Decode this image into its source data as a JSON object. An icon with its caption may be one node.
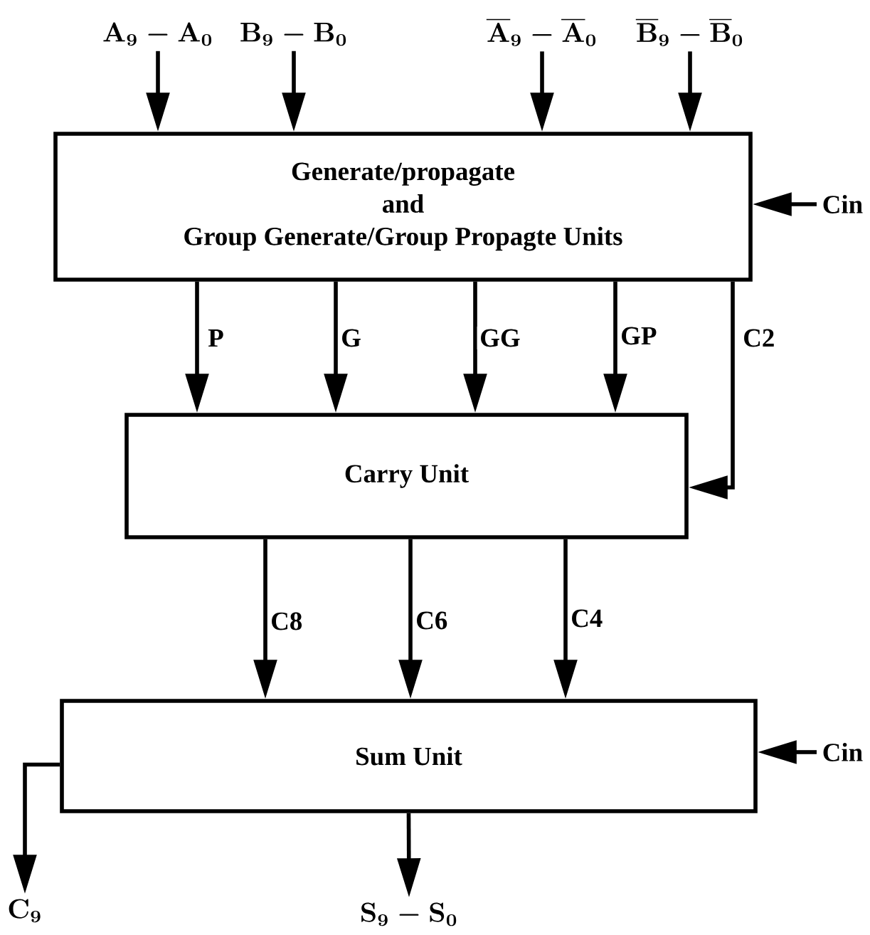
{
  "diagram": {
    "nodes": [
      {
        "text": [
          "\\mathbf{A}_9 - \\mathbf{A}_0"
        ]
      },
      {
        "text": [
          "\\mathbf{B}_9 - \\mathbf{B}_0"
        ]
      },
      {
        "text": [
          "\\overline{\\mathbf{A}}_9 - \\overline{\\mathbf{A}}_0"
        ]
      },
      {
        "text": [
          "\\overline{\\mathbf{B}}_9 - \\overline{\\mathbf{B}}_0"
        ]
      },
      {
        "text": [
          "Generate/propagate",
          "and",
          "Group Generate/Group Propagte Units"
        ]
      },
      {
        "text": [
          "Cin"
        ]
      },
      {
        "text": [
          "Carry Unit"
        ]
      },
      {
        "text": [
          "Sum Unit"
        ]
      },
      {
        "text": [
          "Cin"
        ]
      },
      {
        "text": [
          "\\mathbf{C}_9"
        ]
      },
      {
        "text": [
          "\\mathbf{S}_9 - \\mathbf{S}_0"
        ]
      }
    ],
    "edges": [
      {
        "from": 0,
        "to": 4,
        "arrow": "to"
      },
      {
        "from": 1,
        "to": 4,
        "arrow": "to"
      },
      {
        "from": 2,
        "to": 4,
        "arrow": "to"
      },
      {
        "from": 3,
        "to": 4,
        "arrow": "to"
      },
      {
        "from": 5,
        "to": 4,
        "arrow": "to"
      },
      {
        "from": 4,
        "to": 6,
        "arrow": "to",
        "label": "P"
      },
      {
        "from": 4,
        "to": 6,
        "arrow": "to",
        "label": "G"
      },
      {
        "from": 4,
        "to": 6,
        "arrow": "to",
        "label": "GG"
      },
      {
        "from": 4,
        "to": 6,
        "arrow": "to",
        "label": "GP"
      },
      {
        "from": 4,
        "to": 6,
        "arrow": "to",
        "label": "C2"
      },
      {
        "from": 6,
        "to": 7,
        "arrow": "to",
        "label": "C8"
      },
      {
        "from": 6,
        "to": 7,
        "arrow": "to",
        "label": "C6"
      },
      {
        "from": 6,
        "to": 7,
        "arrow": "to",
        "label": "C4"
      },
      {
        "from": 8,
        "to": 7,
        "arrow": "to"
      },
      {
        "from": 7,
        "to": 9,
        "arrow": "to"
      },
      {
        "from": 7,
        "to": 10,
        "arrow": "to"
      }
    ]
  }
}
